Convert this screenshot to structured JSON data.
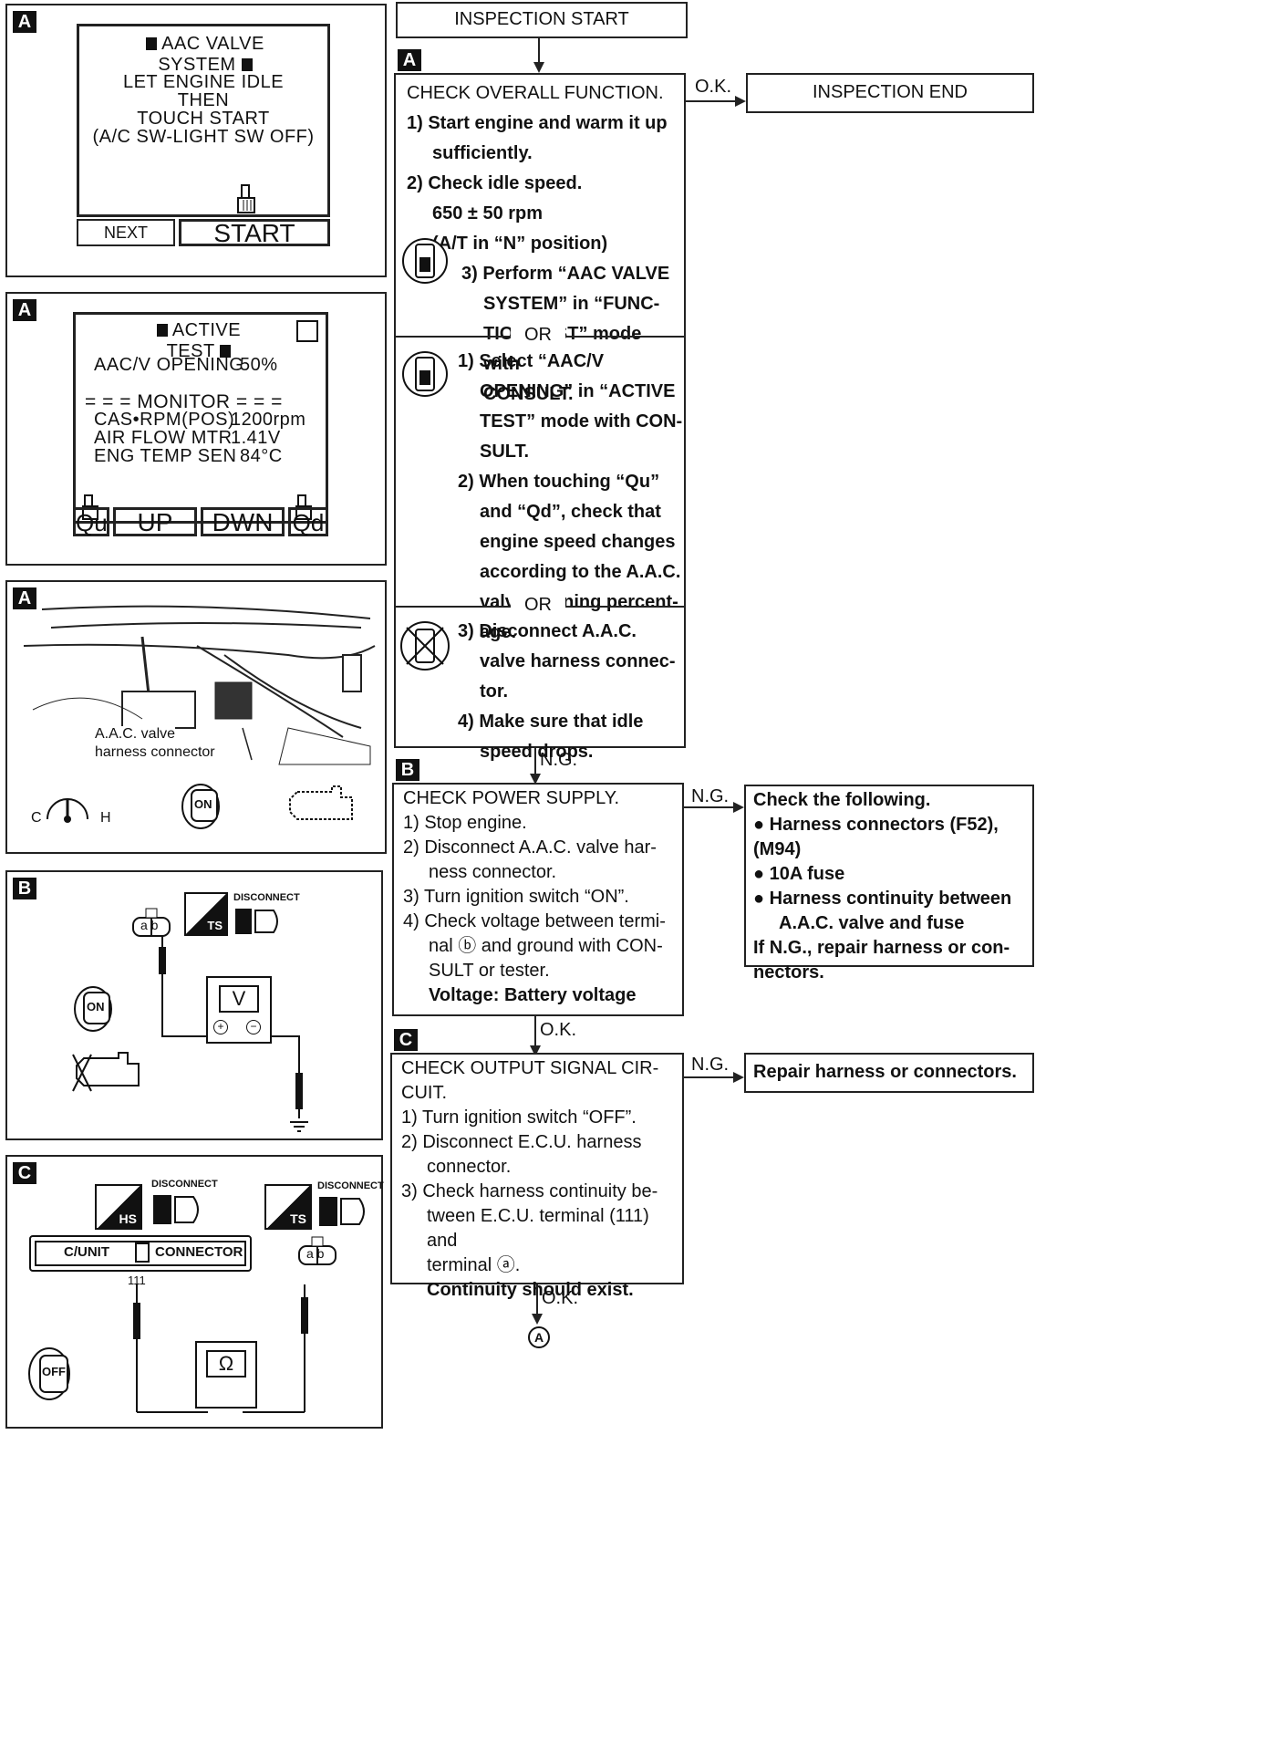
{
  "panelA1": {
    "tag": "A",
    "title": "AAC VALVE SYSTEM",
    "lines": [
      "LET ENGINE IDLE",
      "THEN",
      "TOUCH START",
      "(A/C SW-LIGHT SW OFF)"
    ],
    "next_label": "NEXT",
    "start_label": "START"
  },
  "panelA2": {
    "tag": "A",
    "title": "ACTIVE TEST",
    "opening_label": "AAC/V OPENING",
    "opening_value": "50%",
    "monitor_label": "= = = MONITOR = = =",
    "rows": [
      {
        "label": "CAS•RPM(POS)",
        "value": "1200rpm"
      },
      {
        "label": "AIR FLOW MTR",
        "value": "1.41V"
      },
      {
        "label": "ENG TEMP SEN",
        "value": "84°C"
      }
    ],
    "buttons": [
      "Qu",
      "UP",
      "DWN",
      "Qd"
    ]
  },
  "panelA3": {
    "tag": "A",
    "callout_line1": "A.A.C. valve",
    "callout_line2": "harness connector",
    "gauge_c": "C",
    "gauge_h": "H",
    "key_label": "ON"
  },
  "panelB": {
    "tag": "B",
    "disconnect": "DISCONNECT",
    "conn_label": "a b",
    "ts_label": "TS",
    "meter_label": "V",
    "key_label": "ON"
  },
  "panelC": {
    "tag": "C",
    "disconnect1": "DISCONNECT",
    "disconnect2": "DISCONNECT",
    "hs_label": "HS",
    "ts_label": "TS",
    "cunit_label": "C/UNIT",
    "connector_label": "CONNECTOR",
    "terminal_num": "111",
    "conn_label": "a b",
    "meter_label": "Ω",
    "key_label": "OFF"
  },
  "flow": {
    "inspection_start": "INSPECTION START",
    "inspection_end": "INSPECTION END",
    "tag_a": "A",
    "tag_b": "B",
    "tag_c": "C",
    "ok1": "O.K.",
    "ng1": "N.G.",
    "ng2": "N.G.",
    "ok2": "O.K.",
    "ng3": "N.G.",
    "ok3": "O.K.",
    "or1": "OR",
    "or2": "OR",
    "end_marker": "A",
    "box1": {
      "title": "CHECK OVERALL FUNCTION.",
      "l1": "1) Start engine and warm it up",
      "l2": "sufficiently.",
      "l3": "2) Check idle speed.",
      "l4": "650 ± 50 rpm",
      "l5": "(A/T in “N” position)",
      "l6": "3) Perform “AAC VALVE",
      "l7": "SYSTEM” in “FUNC-",
      "l8": "TION TEST” mode with",
      "l9": "CONSULT."
    },
    "box1b": {
      "l1": "1) Select “AAC/V",
      "l2": "OPENING” in “ACTIVE",
      "l3": "TEST” mode with CON-",
      "l4": "SULT.",
      "l5": "2) When touching “Qu”",
      "l6": "and “Qd”, check that",
      "l7": "engine speed changes",
      "l8": "according to the A.A.C.",
      "l9": "valve opening percent-",
      "l10": "age."
    },
    "box1c": {
      "l1": "3) Disconnect A.A.C.",
      "l2": "valve harness connec-",
      "l3": "tor.",
      "l4": "4) Make sure that idle",
      "l5": "speed drops."
    },
    "box2": {
      "title": "CHECK POWER SUPPLY.",
      "l1": "1) Stop engine.",
      "l2": "2) Disconnect A.A.C. valve har-",
      "l3": "ness connector.",
      "l4": "3) Turn ignition switch “ON”.",
      "l5": "4) Check voltage between termi-",
      "l6": "nal ⓑ and ground with CON-",
      "l7": "SULT or tester.",
      "l8": "Voltage: Battery voltage"
    },
    "box2r": {
      "title": "Check the following.",
      "b1": "● Harness connectors (F52), (M94)",
      "b2": "● 10A fuse",
      "b3": "● Harness continuity between",
      "b4": "A.A.C. valve and fuse",
      "l1": "If N.G., repair harness or con-",
      "l2": "nectors."
    },
    "box3": {
      "title": "CHECK OUTPUT SIGNAL CIR-",
      "title2": "CUIT.",
      "l1": "1) Turn ignition switch “OFF”.",
      "l2": "2) Disconnect E.C.U. harness",
      "l3": "connector.",
      "l4": "3) Check harness continuity be-",
      "l5": "tween E.C.U. terminal (111) and",
      "l6": "terminal ⓐ.",
      "l7": "Continuity should exist."
    },
    "box3r": "Repair harness or connectors."
  }
}
